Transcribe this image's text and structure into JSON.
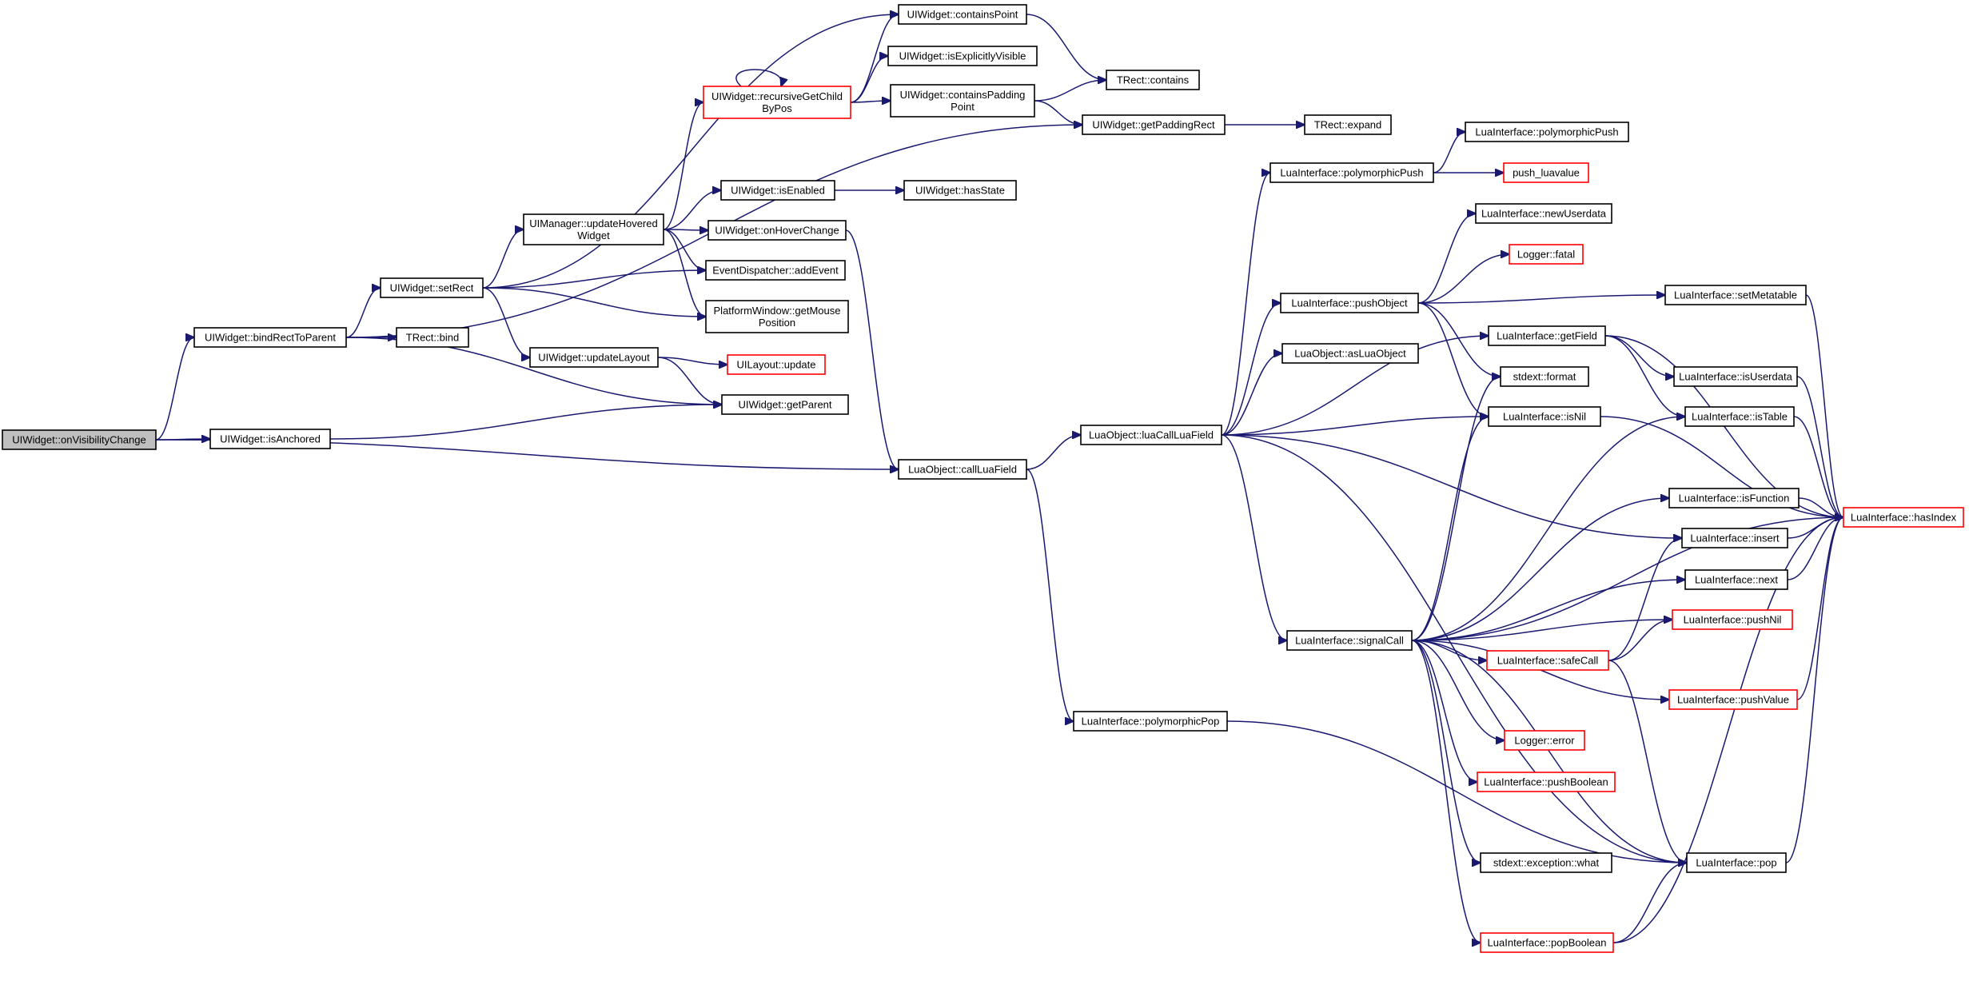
{
  "colors": {
    "edge": "#191970",
    "incomplete_border": "#ff0000",
    "node_border": "#000000",
    "root_fill": "#bfbfbf"
  },
  "nodes": [
    {
      "id": "n_onVis",
      "lines": [
        "UIWidget::onVisibilityChange"
      ],
      "style": "root"
    },
    {
      "id": "n_bindRect",
      "lines": [
        "UIWidget::bindRectToParent"
      ],
      "style": "normal"
    },
    {
      "id": "n_isAnchored",
      "lines": [
        "UIWidget::isAnchored"
      ],
      "style": "normal"
    },
    {
      "id": "n_callLuaField",
      "lines": [
        "LuaObject::callLuaField"
      ],
      "style": "normal"
    },
    {
      "id": "n_setRect",
      "lines": [
        "UIWidget::setRect"
      ],
      "style": "normal"
    },
    {
      "id": "n_trectBind",
      "lines": [
        "TRect::bind"
      ],
      "style": "normal"
    },
    {
      "id": "n_getParent",
      "lines": [
        "UIWidget::getParent"
      ],
      "style": "normal"
    },
    {
      "id": "n_getPaddingRect",
      "lines": [
        "UIWidget::getPaddingRect"
      ],
      "style": "normal"
    },
    {
      "id": "n_containsPoint",
      "lines": [
        "UIWidget::containsPoint"
      ],
      "style": "normal"
    },
    {
      "id": "n_updateHovered",
      "lines": [
        "UIManager::updateHovered",
        "Widget"
      ],
      "style": "normal"
    },
    {
      "id": "n_addEvent",
      "lines": [
        "EventDispatcher::addEvent"
      ],
      "style": "normal"
    },
    {
      "id": "n_getMousePos",
      "lines": [
        "PlatformWindow::getMouse",
        "Position"
      ],
      "style": "normal"
    },
    {
      "id": "n_updateLayout",
      "lines": [
        "UIWidget::updateLayout"
      ],
      "style": "normal"
    },
    {
      "id": "n_recursiveGetChild",
      "lines": [
        "UIWidget::recursiveGetChild",
        "ByPos"
      ],
      "style": "red"
    },
    {
      "id": "n_isEnabled",
      "lines": [
        "UIWidget::isEnabled"
      ],
      "style": "normal"
    },
    {
      "id": "n_onHoverChange",
      "lines": [
        "UIWidget::onHoverChange"
      ],
      "style": "normal"
    },
    {
      "id": "n_uilayoutUpdate",
      "lines": [
        "UILayout::update"
      ],
      "style": "red"
    },
    {
      "id": "n_isExplicitlyVisible",
      "lines": [
        "UIWidget::isExplicitlyVisible"
      ],
      "style": "normal"
    },
    {
      "id": "n_containsPaddingPoint",
      "lines": [
        "UIWidget::containsPadding",
        "Point"
      ],
      "style": "normal"
    },
    {
      "id": "n_hasState",
      "lines": [
        "UIWidget::hasState"
      ],
      "style": "normal"
    },
    {
      "id": "n_trectContains",
      "lines": [
        "TRect::contains"
      ],
      "style": "normal"
    },
    {
      "id": "n_trectExpand",
      "lines": [
        "TRect::expand"
      ],
      "style": "normal"
    },
    {
      "id": "n_luaCallLuaField",
      "lines": [
        "LuaObject::luaCallLuaField"
      ],
      "style": "normal"
    },
    {
      "id": "n_polymorphicPop",
      "lines": [
        "LuaInterface::polymorphicPop"
      ],
      "style": "normal"
    },
    {
      "id": "n_polyPush1",
      "lines": [
        "LuaInterface::polymorphicPush"
      ],
      "style": "normal"
    },
    {
      "id": "n_pushObject",
      "lines": [
        "LuaInterface::pushObject"
      ],
      "style": "normal"
    },
    {
      "id": "n_asLuaObject",
      "lines": [
        "LuaObject::asLuaObject"
      ],
      "style": "normal"
    },
    {
      "id": "n_signalCall",
      "lines": [
        "LuaInterface::signalCall"
      ],
      "style": "normal"
    },
    {
      "id": "n_polyPush2",
      "lines": [
        "LuaInterface::polymorphicPush"
      ],
      "style": "normal"
    },
    {
      "id": "n_pushLuavalue",
      "lines": [
        "push_luavalue"
      ],
      "style": "red"
    },
    {
      "id": "n_newUserdata",
      "lines": [
        "LuaInterface::newUserdata"
      ],
      "style": "normal"
    },
    {
      "id": "n_loggerFatal",
      "lines": [
        "Logger::fatal"
      ],
      "style": "red"
    },
    {
      "id": "n_getField",
      "lines": [
        "LuaInterface::getField"
      ],
      "style": "normal"
    },
    {
      "id": "n_stdFormat",
      "lines": [
        "stdext::format"
      ],
      "style": "normal"
    },
    {
      "id": "n_isNil",
      "lines": [
        "LuaInterface::isNil"
      ],
      "style": "normal"
    },
    {
      "id": "n_safeCall",
      "lines": [
        "LuaInterface::safeCall"
      ],
      "style": "red"
    },
    {
      "id": "n_loggerError",
      "lines": [
        "Logger::error"
      ],
      "style": "red"
    },
    {
      "id": "n_pushBoolean",
      "lines": [
        "LuaInterface::pushBoolean"
      ],
      "style": "red"
    },
    {
      "id": "n_exceptionWhat",
      "lines": [
        "stdext::exception::what"
      ],
      "style": "normal"
    },
    {
      "id": "n_popBoolean",
      "lines": [
        "LuaInterface::popBoolean"
      ],
      "style": "red"
    },
    {
      "id": "n_setMetatable",
      "lines": [
        "LuaInterface::setMetatable"
      ],
      "style": "normal"
    },
    {
      "id": "n_isUserdata",
      "lines": [
        "LuaInterface::isUserdata"
      ],
      "style": "normal"
    },
    {
      "id": "n_isTable",
      "lines": [
        "LuaInterface::isTable"
      ],
      "style": "normal"
    },
    {
      "id": "n_isFunction",
      "lines": [
        "LuaInterface::isFunction"
      ],
      "style": "normal"
    },
    {
      "id": "n_insert",
      "lines": [
        "LuaInterface::insert"
      ],
      "style": "normal"
    },
    {
      "id": "n_next",
      "lines": [
        "LuaInterface::next"
      ],
      "style": "normal"
    },
    {
      "id": "n_pushNil",
      "lines": [
        "LuaInterface::pushNil"
      ],
      "style": "red"
    },
    {
      "id": "n_pushValue",
      "lines": [
        "LuaInterface::pushValue"
      ],
      "style": "red"
    },
    {
      "id": "n_pop",
      "lines": [
        "LuaInterface::pop"
      ],
      "style": "normal"
    },
    {
      "id": "n_hasIndex",
      "lines": [
        "LuaInterface::hasIndex"
      ],
      "style": "red"
    }
  ],
  "edges": [
    [
      "n_onVis",
      "n_bindRect"
    ],
    [
      "n_onVis",
      "n_isAnchored"
    ],
    [
      "n_onVis",
      "n_callLuaField"
    ],
    [
      "n_bindRect",
      "n_setRect"
    ],
    [
      "n_bindRect",
      "n_trectBind"
    ],
    [
      "n_bindRect",
      "n_getParent"
    ],
    [
      "n_bindRect",
      "n_getPaddingRect"
    ],
    [
      "n_isAnchored",
      "n_getParent"
    ],
    [
      "n_setRect",
      "n_containsPoint"
    ],
    [
      "n_setRect",
      "n_updateHovered"
    ],
    [
      "n_setRect",
      "n_addEvent"
    ],
    [
      "n_setRect",
      "n_getMousePos"
    ],
    [
      "n_setRect",
      "n_updateLayout"
    ],
    [
      "n_updateHovered",
      "n_recursiveGetChild"
    ],
    [
      "n_updateHovered",
      "n_isEnabled"
    ],
    [
      "n_updateHovered",
      "n_onHoverChange"
    ],
    [
      "n_updateHovered",
      "n_addEvent"
    ],
    [
      "n_updateHovered",
      "n_getMousePos"
    ],
    [
      "n_updateLayout",
      "n_uilayoutUpdate"
    ],
    [
      "n_updateLayout",
      "n_getParent"
    ],
    [
      "n_recursiveGetChild",
      "n_recursiveGetChild"
    ],
    [
      "n_recursiveGetChild",
      "n_containsPoint"
    ],
    [
      "n_recursiveGetChild",
      "n_isExplicitlyVisible"
    ],
    [
      "n_recursiveGetChild",
      "n_containsPaddingPoint"
    ],
    [
      "n_isEnabled",
      "n_hasState"
    ],
    [
      "n_onHoverChange",
      "n_callLuaField"
    ],
    [
      "n_containsPoint",
      "n_trectContains"
    ],
    [
      "n_containsPaddingPoint",
      "n_trectContains"
    ],
    [
      "n_containsPaddingPoint",
      "n_getPaddingRect"
    ],
    [
      "n_getPaddingRect",
      "n_trectExpand"
    ],
    [
      "n_callLuaField",
      "n_luaCallLuaField"
    ],
    [
      "n_callLuaField",
      "n_polymorphicPop"
    ],
    [
      "n_luaCallLuaField",
      "n_polyPush1"
    ],
    [
      "n_luaCallLuaField",
      "n_pushObject"
    ],
    [
      "n_luaCallLuaField",
      "n_asLuaObject"
    ],
    [
      "n_luaCallLuaField",
      "n_getField"
    ],
    [
      "n_luaCallLuaField",
      "n_isNil"
    ],
    [
      "n_luaCallLuaField",
      "n_insert"
    ],
    [
      "n_luaCallLuaField",
      "n_signalCall"
    ],
    [
      "n_luaCallLuaField",
      "n_pop"
    ],
    [
      "n_polyPush1",
      "n_polyPush2"
    ],
    [
      "n_polyPush1",
      "n_pushLuavalue"
    ],
    [
      "n_pushObject",
      "n_newUserdata"
    ],
    [
      "n_pushObject",
      "n_loggerFatal"
    ],
    [
      "n_pushObject",
      "n_setMetatable"
    ],
    [
      "n_pushObject",
      "n_stdFormat"
    ],
    [
      "n_pushObject",
      "n_isNil"
    ],
    [
      "n_signalCall",
      "n_stdFormat"
    ],
    [
      "n_signalCall",
      "n_isNil"
    ],
    [
      "n_signalCall",
      "n_isTable"
    ],
    [
      "n_signalCall",
      "n_isFunction"
    ],
    [
      "n_signalCall",
      "n_next"
    ],
    [
      "n_signalCall",
      "n_pushNil"
    ],
    [
      "n_signalCall",
      "n_safeCall"
    ],
    [
      "n_signalCall",
      "n_hasIndex"
    ],
    [
      "n_signalCall",
      "n_pushValue"
    ],
    [
      "n_signalCall",
      "n_loggerError"
    ],
    [
      "n_signalCall",
      "n_pushBoolean"
    ],
    [
      "n_signalCall",
      "n_exceptionWhat"
    ],
    [
      "n_signalCall",
      "n_popBoolean"
    ],
    [
      "n_signalCall",
      "n_pop"
    ],
    [
      "n_getField",
      "n_isUserdata"
    ],
    [
      "n_getField",
      "n_isTable"
    ],
    [
      "n_getField",
      "n_hasIndex"
    ],
    [
      "n_isNil",
      "n_hasIndex"
    ],
    [
      "n_safeCall",
      "n_insert"
    ],
    [
      "n_safeCall",
      "n_pushNil"
    ],
    [
      "n_safeCall",
      "n_pop"
    ],
    [
      "n_popBoolean",
      "n_pop"
    ],
    [
      "n_popBoolean",
      "n_hasIndex"
    ],
    [
      "n_setMetatable",
      "n_hasIndex"
    ],
    [
      "n_isUserdata",
      "n_hasIndex"
    ],
    [
      "n_isTable",
      "n_hasIndex"
    ],
    [
      "n_isFunction",
      "n_hasIndex"
    ],
    [
      "n_insert",
      "n_hasIndex"
    ],
    [
      "n_next",
      "n_hasIndex"
    ],
    [
      "n_pushValue",
      "n_hasIndex"
    ],
    [
      "n_pop",
      "n_hasIndex"
    ],
    [
      "n_polymorphicPop",
      "n_pop"
    ]
  ]
}
